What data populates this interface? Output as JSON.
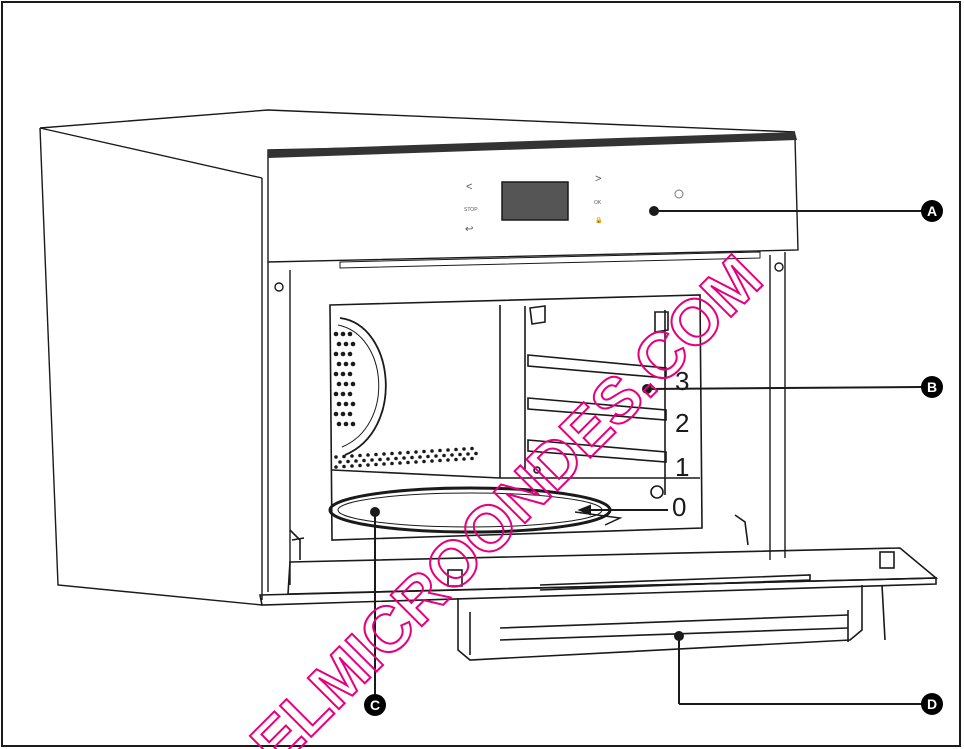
{
  "control_panel": {
    "back_arrow": "<",
    "forward_arrow": ">",
    "stop": "STOP",
    "ok": "OK",
    "undo": "↩",
    "lock": "🔒"
  },
  "shelf_levels": [
    "3",
    "2",
    "1",
    "0"
  ],
  "callouts": {
    "a": "A",
    "b": "B",
    "c": "C",
    "d": "D"
  },
  "watermark": "ELMICROONDES.COM",
  "colors": {
    "line": "#1a1a1a",
    "watermark": "#e6007e",
    "callout_fill": "#000000",
    "callout_text": "#ffffff"
  }
}
